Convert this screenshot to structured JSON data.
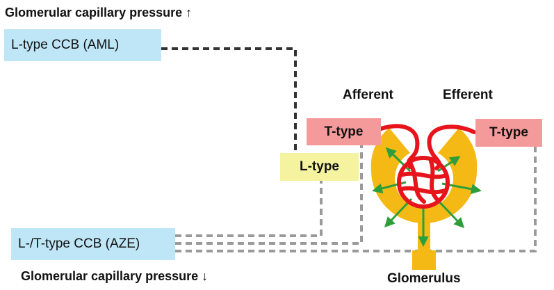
{
  "top_heading": "Glomerular capillary pressure ↑",
  "bottom_heading": "Glomerular capillary pressure ↓",
  "ccb_aml": "L-type CCB (AML)",
  "ccb_aze": "L-/T-type CCB (AZE)",
  "afferent_label": "Afferent",
  "efferent_label": "Efferent",
  "afferent_ttype": "T-type",
  "efferent_ttype": "T-type",
  "afferent_ltype": "L-type",
  "glomerulus_label": "Glomerulus",
  "colors": {
    "ccb_box": "#bfe6f7",
    "ttype_box": "#f49a9a",
    "ltype_box": "#f5f3a0",
    "capsule": "#f5b915",
    "capillary": "#e8141c",
    "arrow": "#2e9e3a",
    "dashed_aml": "#333333",
    "dashed_aze": "#999999"
  }
}
